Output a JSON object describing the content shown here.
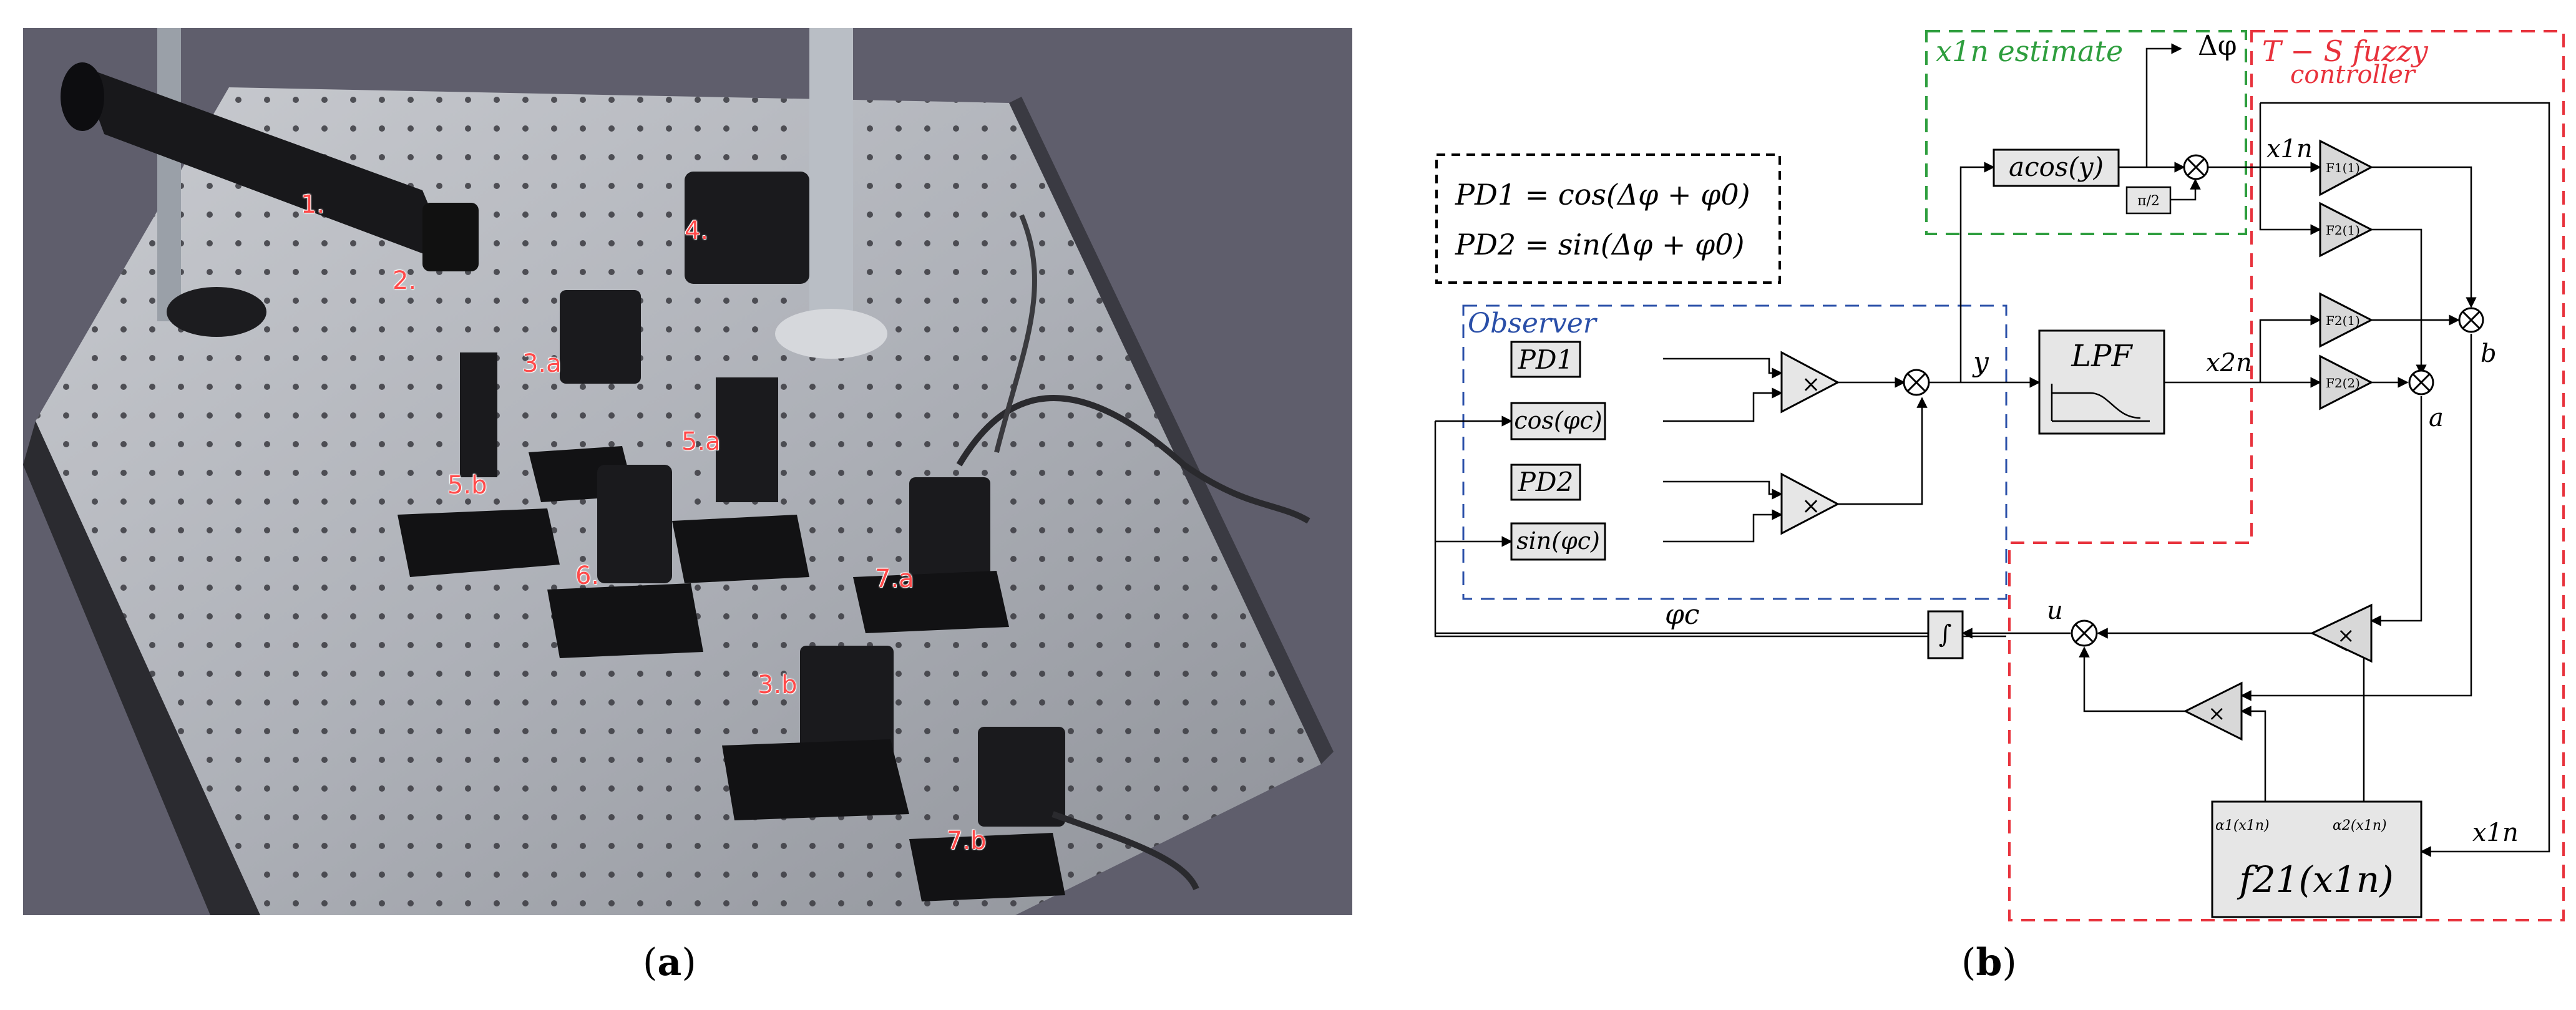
{
  "panel_a": {
    "caption_letter": "a",
    "labels": [
      "1.",
      "2.",
      "3.a",
      "3.b",
      "4.",
      "5.a",
      "5.b",
      "6.",
      "7.a",
      "7.b"
    ]
  },
  "panel_b": {
    "caption_letter": "b",
    "legend": {
      "pd1": "PD1 = cos(Δφ + φ0)",
      "pd2": "PD2 = sin(Δφ + φ0)"
    },
    "regions": {
      "estimate": "x1n estimate",
      "fuzzy": "T − S fuzzy",
      "fuzzy_sub": "controller",
      "observer": "Observer"
    },
    "blocks": {
      "pd1": "PD1",
      "pd2": "PD2",
      "cos": "cos(φc)",
      "sin": "sin(φc)",
      "acos": "acos(y)",
      "pi2": "π/2",
      "lpf": "LPF",
      "integrator": "∫",
      "f21": "f21(x1n)",
      "alpha1": "α1(x1n)",
      "alpha2": "α2(x1n)",
      "mult": "×",
      "f1_1": "F1(1)",
      "f2_1a": "F2(1)",
      "f2_1b": "F2(1)",
      "f2_2": "F2(2)"
    },
    "signals": {
      "delta_phi": "Δφ",
      "y": "y",
      "x1n_top": "x1n",
      "x2n": "x2n",
      "x1n_right": "x1n",
      "u": "u",
      "phi_c": "φc",
      "a": "a",
      "b": "b"
    },
    "colors": {
      "estimate": "#2e9e3e",
      "fuzzy": "#e8323c",
      "observer": "#2a4fa8",
      "block_fill": "#e6e6e6",
      "photo_label": "#ff4a4a"
    }
  }
}
